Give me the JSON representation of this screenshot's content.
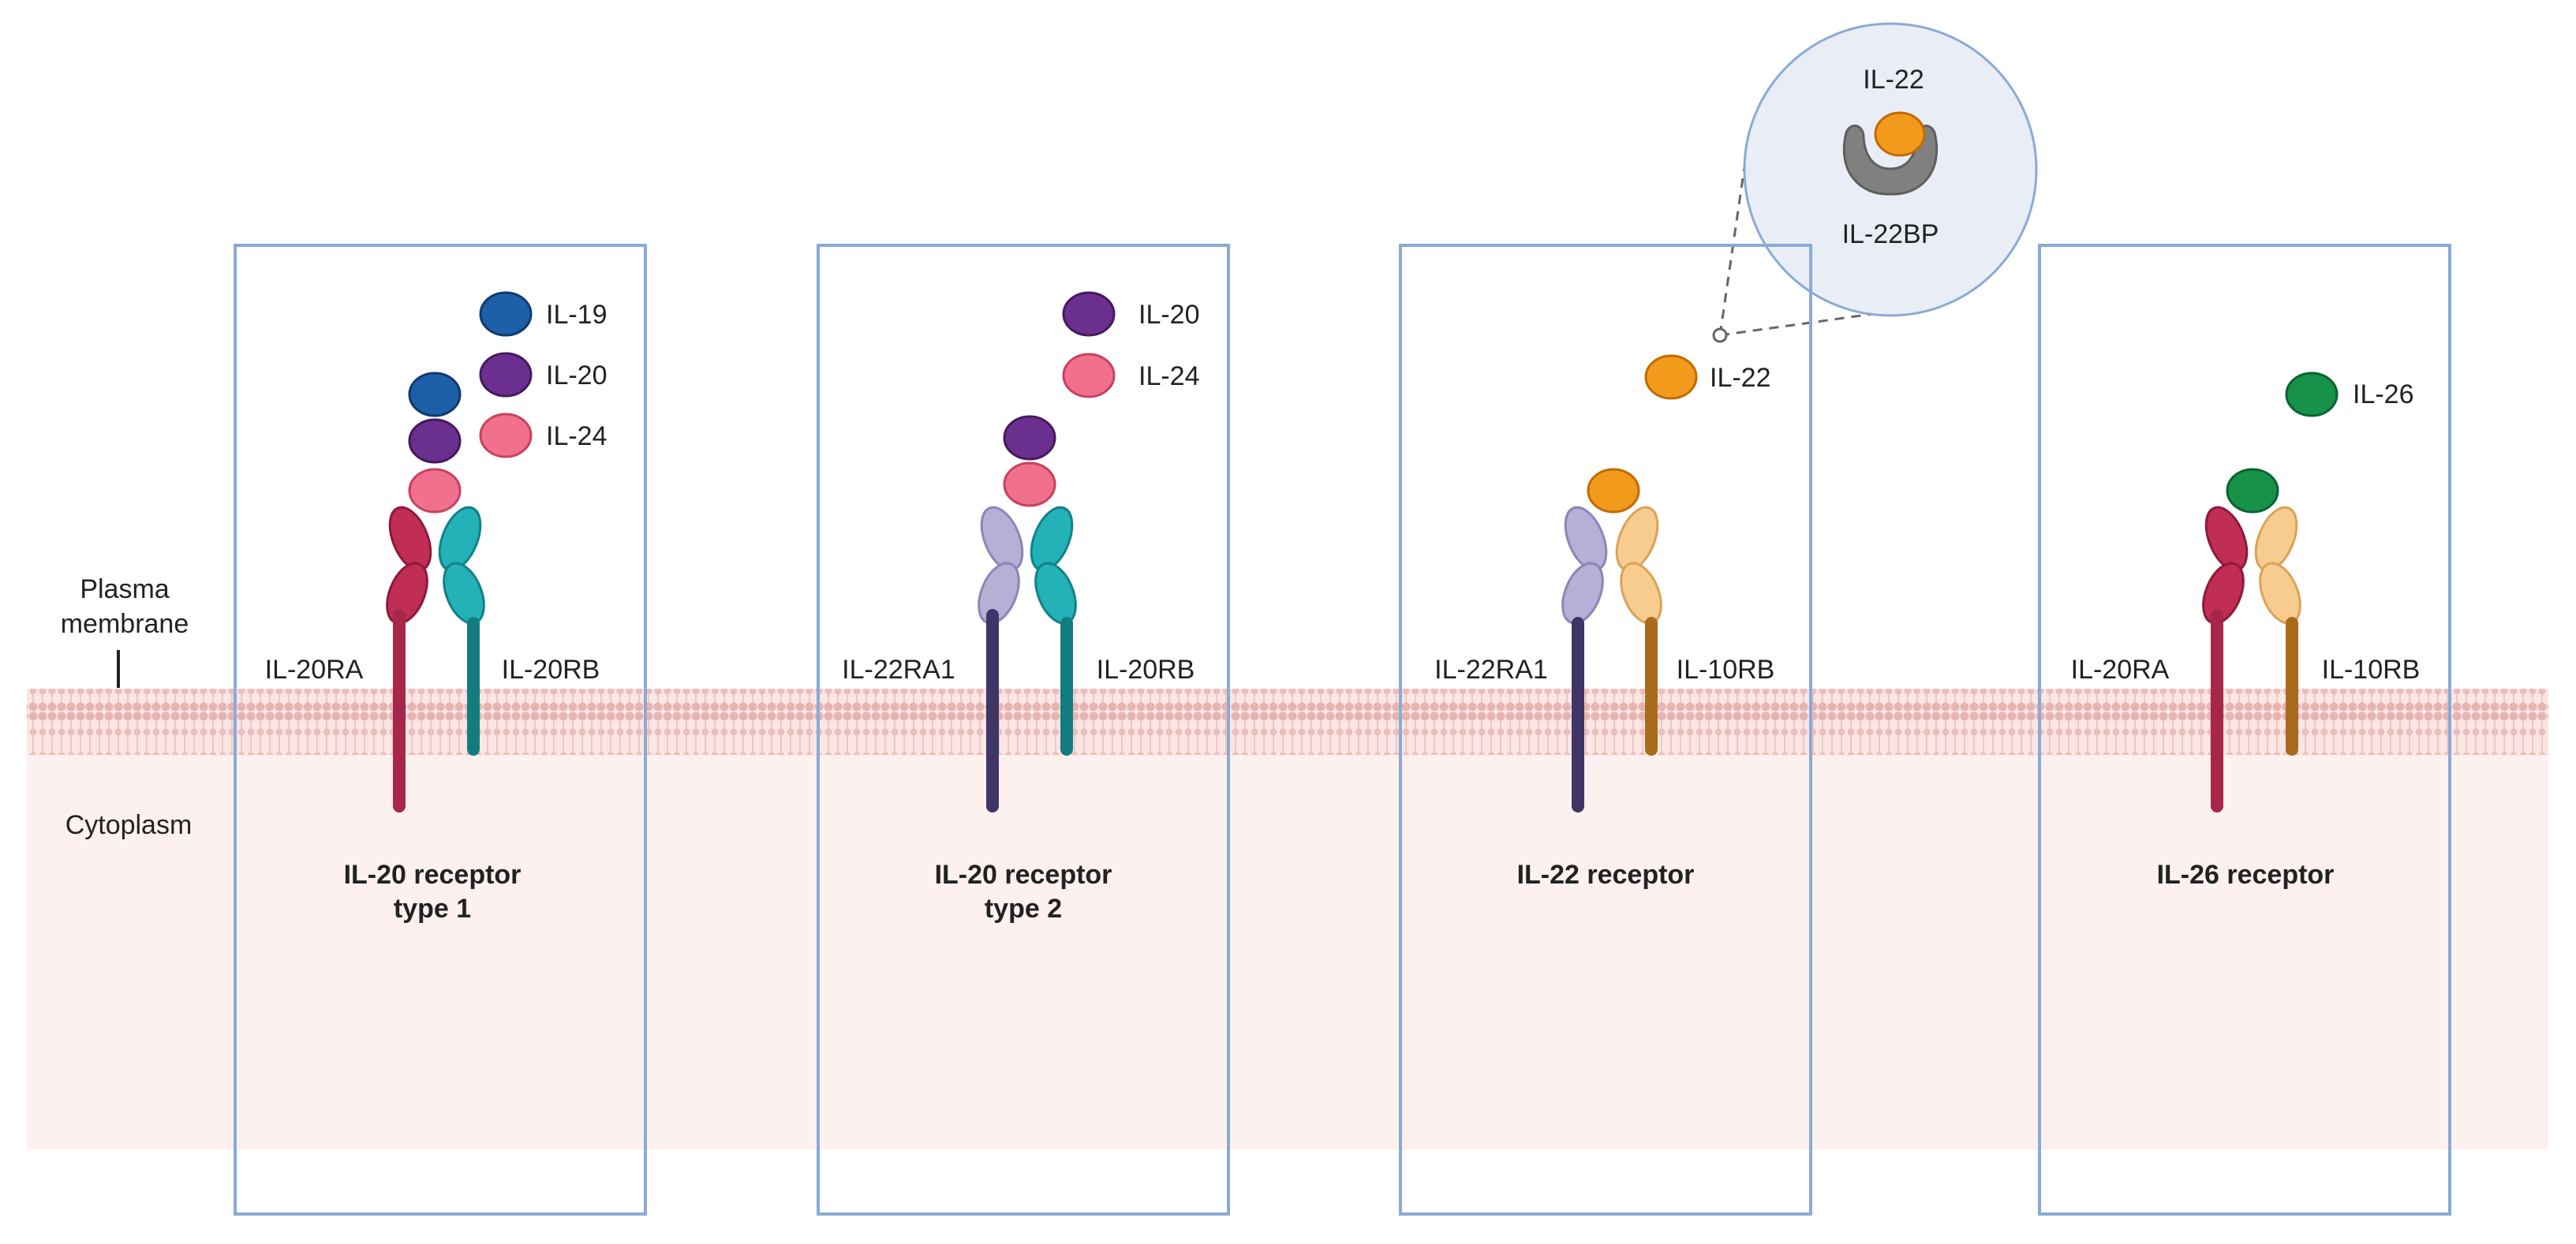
{
  "side_labels": {
    "plasma_membrane": [
      "Plasma",
      "membrane"
    ],
    "cytoplasm": "Cytoplasm"
  },
  "colors": {
    "box_border": "#8aaad6",
    "cytoplasm": "#fdf1ef",
    "membrane": "#e7b4b2",
    "il19": "#1d5fa8",
    "il20": "#6b2f8f",
    "il24": "#f0708e",
    "il22": "#f29a1c",
    "il26": "#16924a",
    "il20ra": "#c02d55",
    "il20rb": "#22b2b8",
    "il22ra1": "#b6b0d6",
    "il10rb": "#f7cc8e",
    "il22bp": "#808080",
    "inset_fill": "#e9eef6"
  },
  "panels": [
    {
      "title": [
        "IL-20 receptor",
        "type 1"
      ],
      "left_chain": "IL-20RA",
      "right_chain": "IL-20RB",
      "ligands": [
        "IL-19",
        "IL-20",
        "IL-24"
      ]
    },
    {
      "title": [
        "IL-20 receptor",
        "type 2"
      ],
      "left_chain": "IL-22RA1",
      "right_chain": "IL-20RB",
      "ligands": [
        "IL-20",
        "IL-24"
      ]
    },
    {
      "title": [
        "IL-22 receptor"
      ],
      "left_chain": "IL-22RA1",
      "right_chain": "IL-10RB",
      "ligands": [
        "IL-22"
      ]
    },
    {
      "title": [
        "IL-26 receptor"
      ],
      "left_chain": "IL-20RA",
      "right_chain": "IL-10RB",
      "ligands": [
        "IL-26"
      ]
    }
  ],
  "inset": {
    "top_label": "IL-22",
    "bottom_label": "IL-22BP"
  }
}
